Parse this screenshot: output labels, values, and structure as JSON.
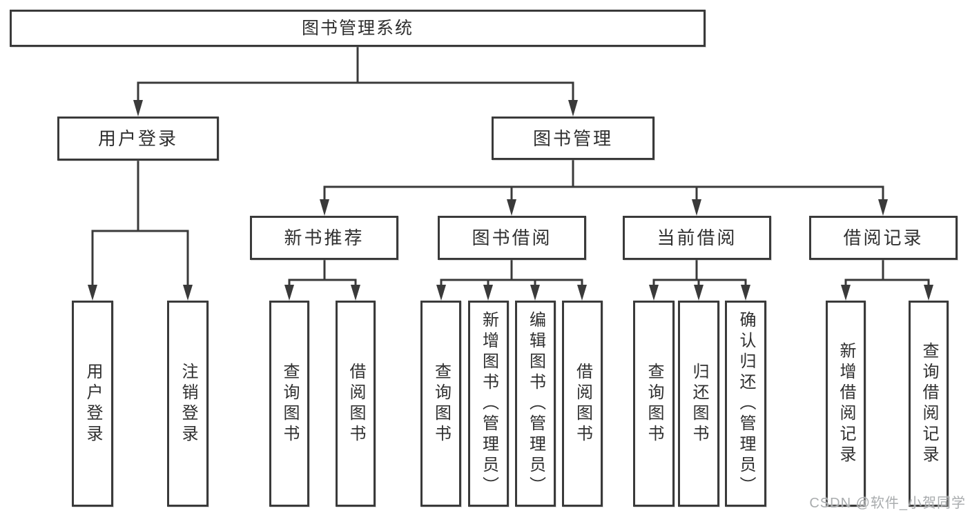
{
  "tree": {
    "root": {
      "label": "图书管理系统",
      "children": [
        {
          "label": "用户登录",
          "children": [
            {
              "label": "用户登录"
            },
            {
              "label": "注销登录"
            }
          ]
        },
        {
          "label": "图书管理",
          "children": [
            {
              "label": "新书推荐",
              "children": [
                {
                  "label": "查询图书"
                },
                {
                  "label": "借阅图书"
                }
              ]
            },
            {
              "label": "图书借阅",
              "children": [
                {
                  "label": "查询图书"
                },
                {
                  "label": "新增图书（管理员）"
                },
                {
                  "label": "编辑图书（管理员）"
                },
                {
                  "label": "借阅图书"
                }
              ]
            },
            {
              "label": "当前借阅",
              "children": [
                {
                  "label": "查询图书"
                },
                {
                  "label": "归还图书"
                },
                {
                  "label": "确认归还（管理员）"
                }
              ]
            },
            {
              "label": "借阅记录",
              "children": [
                {
                  "label": "新增借阅记录"
                },
                {
                  "label": "查询借阅记录"
                }
              ]
            }
          ]
        }
      ]
    }
  },
  "watermark": "CSDN @软件_小贺同学",
  "colors": {
    "line": "#3a3a3a",
    "text": "#2f2f2f",
    "background": "#ffffff",
    "watermark": "#a9acae"
  }
}
